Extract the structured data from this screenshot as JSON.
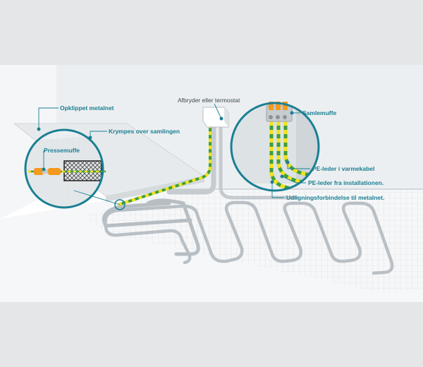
{
  "colors": {
    "accent": "#1a7f93",
    "cable_yellow": "#f2e31b",
    "cable_green": "#3f9e3c",
    "connector_orange": "#f39a1e",
    "wall": "#e9ecee",
    "floor": "#f3f5f6",
    "band": "#e4e6e8"
  },
  "labels": {
    "switch": "Afbryder eller termostat",
    "cut_mesh": "Opklippet metalnet",
    "shrink": "Krympes over samlingen",
    "press_sleeve": "Pressemuffe",
    "joint_sleeve": "Samlemuffe",
    "pe_heating": "PE-leder i varmekabel",
    "pe_install": "PE-leder fra installationen.",
    "equipotential": "Udligningsforbindelse til metalnet."
  },
  "icons": {
    "switch_box": "switch-box-icon",
    "crimp_sleeve": "crimp-sleeve-icon",
    "wago_connector": "connector-block-icon"
  }
}
